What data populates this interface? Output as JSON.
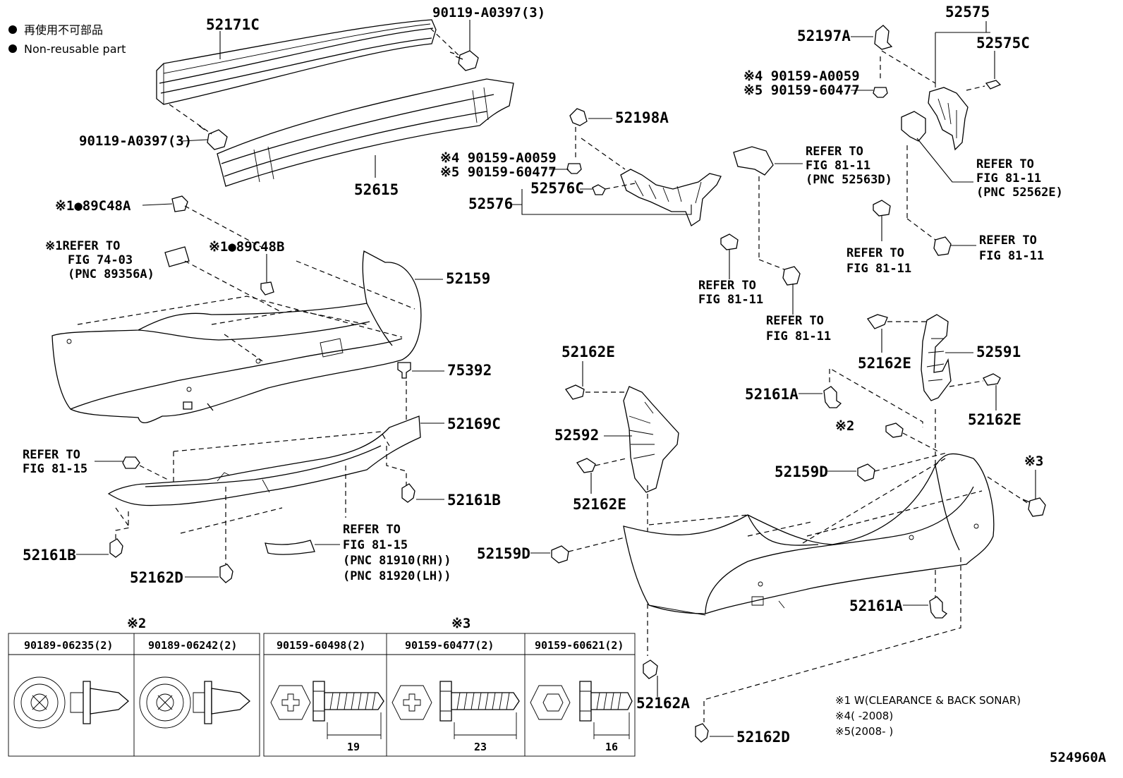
{
  "legend": {
    "jp": "再使用不可部品",
    "en": "Non-reusable part"
  },
  "labels": {
    "p52171C": "52171C",
    "b90119_top": "90119-A0397(3)",
    "b90119_left": "90119-A0397(3)",
    "p52615": "52615",
    "p89C48A": "※1●89C48A",
    "ref7403_l1": "※1REFER TO",
    "ref7403_l2": "FIG 74-03",
    "ref7403_l3": "(PNC 89356A)",
    "p89C48B": "※1●89C48B",
    "p52159": "52159",
    "p75392": "75392",
    "p52169C": "52169C",
    "ref8115a_l1": "REFER TO",
    "ref8115a_l2": "FIG 81-15",
    "p52161B_r": "52161B",
    "p52161B_l": "52161B",
    "ref8115b_l1": "REFER TO",
    "ref8115b_l2": "FIG 81-15",
    "ref8115b_l3": "(PNC 81910(RH))",
    "ref8115b_l4": "(PNC 81920(LH))",
    "p52162D_l": "52162D",
    "p52198A": "52198A",
    "c4_mid": "※4 90159-A0059",
    "c5_mid": "※5 90159-60477",
    "p52576C": "52576C",
    "p52576": "52576",
    "ref52563_l1": "REFER TO",
    "ref52563_l2": "FIG 81-11",
    "ref52563_l3": "(PNC 52563D)",
    "p52197A": "52197A",
    "c4_top": "※4 90159-A0059",
    "c5_top": "※5 90159-60477",
    "p52575": "52575",
    "p52575C": "52575C",
    "ref52562_l1": "REFER TO",
    "ref52562_l2": "FIG 81-11",
    "ref52562_l3": "(PNC 52562E)",
    "ref8111a_l1": "REFER TO",
    "ref8111a_l2": "FIG 81-11",
    "ref8111b_l1": "REFER TO",
    "ref8111b_l2": "FIG 81-11",
    "ref8111c_l1": "REFER TO",
    "ref8111c_l2": "FIG 81-11",
    "ref8111d_l1": "REFER TO",
    "ref8111d_l2": "FIG 81-11",
    "p52162E_a": "52162E",
    "p52162E_b": "52162E",
    "p52162E_c": "52162E",
    "p52162E_d": "52162E",
    "p52591": "52591",
    "p52161A_top": "52161A",
    "p52592": "52592",
    "mark2": "※2",
    "mark3": "※3",
    "p52159D_r": "52159D",
    "p52159D_l": "52159D",
    "p52161A_bot": "52161A",
    "p52162A": "52162A",
    "p52162D_r": "52162D",
    "fig_id": "524960A"
  },
  "notes": {
    "n1": "※1 W(CLEARANCE & BACK SONAR)",
    "n4": "※4(       -2008)",
    "n5": "※5(2008-        )"
  },
  "table": {
    "group2_mark": "※2",
    "group3_mark": "※3",
    "headers": [
      "90189-06235(2)",
      "90189-06242(2)",
      "90159-60498(2)",
      "90159-60477(2)",
      "90159-60621(2)"
    ],
    "lengths": [
      "19",
      "23",
      "16"
    ]
  }
}
